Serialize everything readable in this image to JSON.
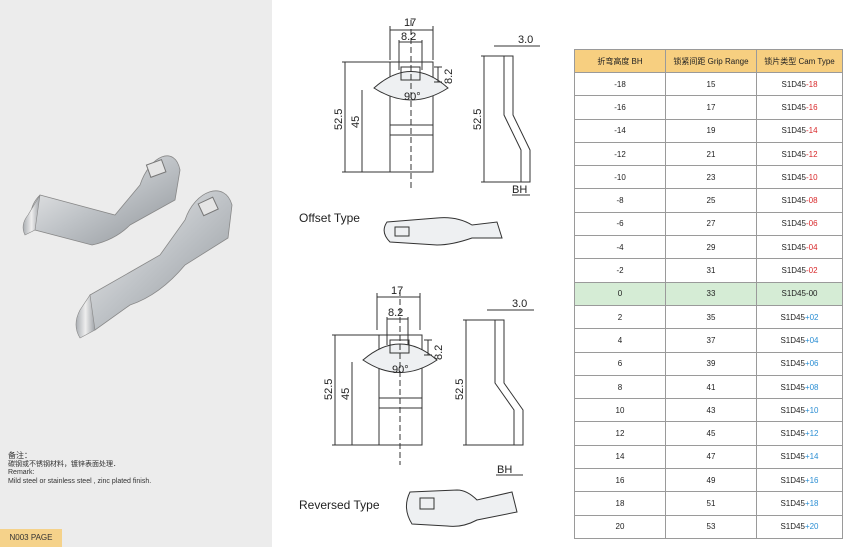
{
  "remark": {
    "cn_title": "备注：",
    "cn_text": "碳钢或不锈钢材料，镀锌表面处理．",
    "en_title": "Remark:",
    "en_text": "Mild steel or stainless steel , zinc plated finish."
  },
  "page_tag": "N003 PAGE",
  "drawing": {
    "offset_label": "Offset Type",
    "reversed_label": "Reversed Type",
    "dims": {
      "width": "17",
      "slot": "8.2",
      "slot_h": "8.2",
      "angle": "90°",
      "total": "52.5",
      "inner": "45",
      "thick": "3.0",
      "side_total": "52.5",
      "bh": "BH"
    }
  },
  "table": {
    "headers": [
      "折弯高度 BH",
      "锁紧间距 Grip Range",
      "锁片类型 Cam Type"
    ],
    "rows": [
      {
        "bh": "-18",
        "grip": "15",
        "prefix": "S1D45",
        "suffix": "-18",
        "sign": "neg"
      },
      {
        "bh": "-16",
        "grip": "17",
        "prefix": "S1D45",
        "suffix": "-16",
        "sign": "neg"
      },
      {
        "bh": "-14",
        "grip": "19",
        "prefix": "S1D45",
        "suffix": "-14",
        "sign": "neg"
      },
      {
        "bh": "-12",
        "grip": "21",
        "prefix": "S1D45",
        "suffix": "-12",
        "sign": "neg"
      },
      {
        "bh": "-10",
        "grip": "23",
        "prefix": "S1D45",
        "suffix": "-10",
        "sign": "neg"
      },
      {
        "bh": "-8",
        "grip": "25",
        "prefix": "S1D45",
        "suffix": "-08",
        "sign": "neg"
      },
      {
        "bh": "-6",
        "grip": "27",
        "prefix": "S1D45",
        "suffix": "-06",
        "sign": "neg"
      },
      {
        "bh": "-4",
        "grip": "29",
        "prefix": "S1D45",
        "suffix": "-04",
        "sign": "neg"
      },
      {
        "bh": "-2",
        "grip": "31",
        "prefix": "S1D45",
        "suffix": "-02",
        "sign": "neg"
      },
      {
        "bh": "0",
        "grip": "33",
        "prefix": "S1D45-00",
        "suffix": "",
        "sign": "zero"
      },
      {
        "bh": "2",
        "grip": "35",
        "prefix": "S1D45",
        "suffix": "+02",
        "sign": "pos"
      },
      {
        "bh": "4",
        "grip": "37",
        "prefix": "S1D45",
        "suffix": "+04",
        "sign": "pos"
      },
      {
        "bh": "6",
        "grip": "39",
        "prefix": "S1D45",
        "suffix": "+06",
        "sign": "pos"
      },
      {
        "bh": "8",
        "grip": "41",
        "prefix": "S1D45",
        "suffix": "+08",
        "sign": "pos"
      },
      {
        "bh": "10",
        "grip": "43",
        "prefix": "S1D45",
        "suffix": "+10",
        "sign": "pos"
      },
      {
        "bh": "12",
        "grip": "45",
        "prefix": "S1D45",
        "suffix": "+12",
        "sign": "pos"
      },
      {
        "bh": "14",
        "grip": "47",
        "prefix": "S1D45",
        "suffix": "+14",
        "sign": "pos"
      },
      {
        "bh": "16",
        "grip": "49",
        "prefix": "S1D45",
        "suffix": "+16",
        "sign": "pos"
      },
      {
        "bh": "18",
        "grip": "51",
        "prefix": "S1D45",
        "suffix": "+18",
        "sign": "pos"
      },
      {
        "bh": "20",
        "grip": "53",
        "prefix": "S1D45",
        "suffix": "+20",
        "sign": "pos"
      }
    ]
  },
  "colors": {
    "negative": "#d8282a",
    "positive": "#2b8ed3",
    "header": "#f7cf80",
    "zero_row": "#d5ecd5",
    "page_tag": "#f5d28a"
  }
}
